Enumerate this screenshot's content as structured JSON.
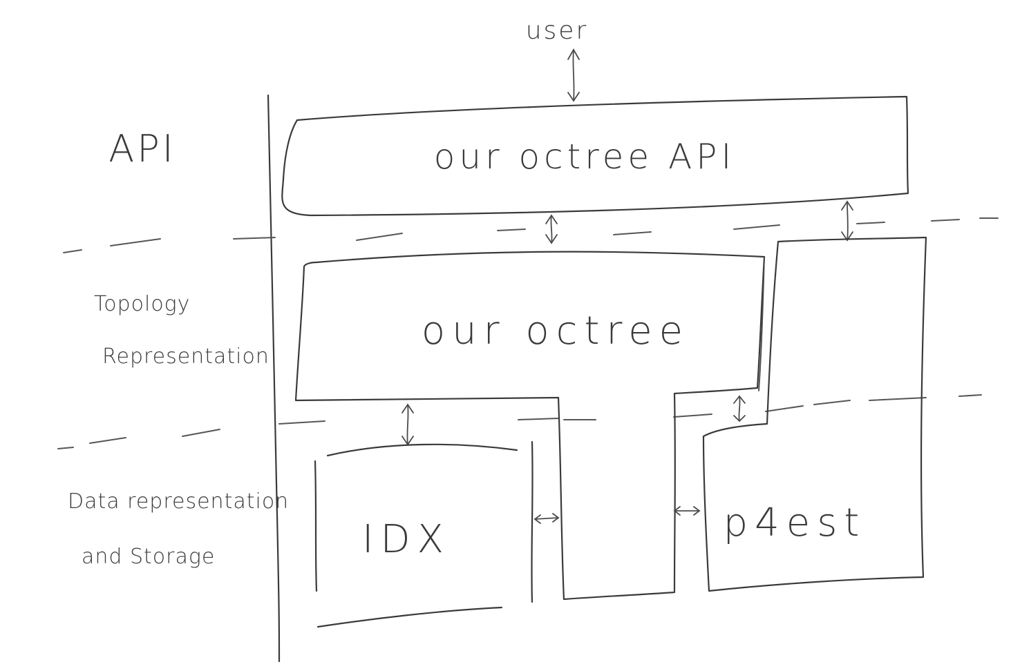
{
  "diagram": {
    "top_label": "user",
    "layers": {
      "api": "API",
      "topology": {
        "line1": "Topology",
        "line2": "Representation"
      },
      "data": {
        "line1": "Data representation",
        "line2": "and Storage"
      }
    },
    "boxes": {
      "api_box": "our octree API",
      "octree_box": "our octree",
      "idx_box": "IDX",
      "p4est_box": "p4est"
    }
  }
}
